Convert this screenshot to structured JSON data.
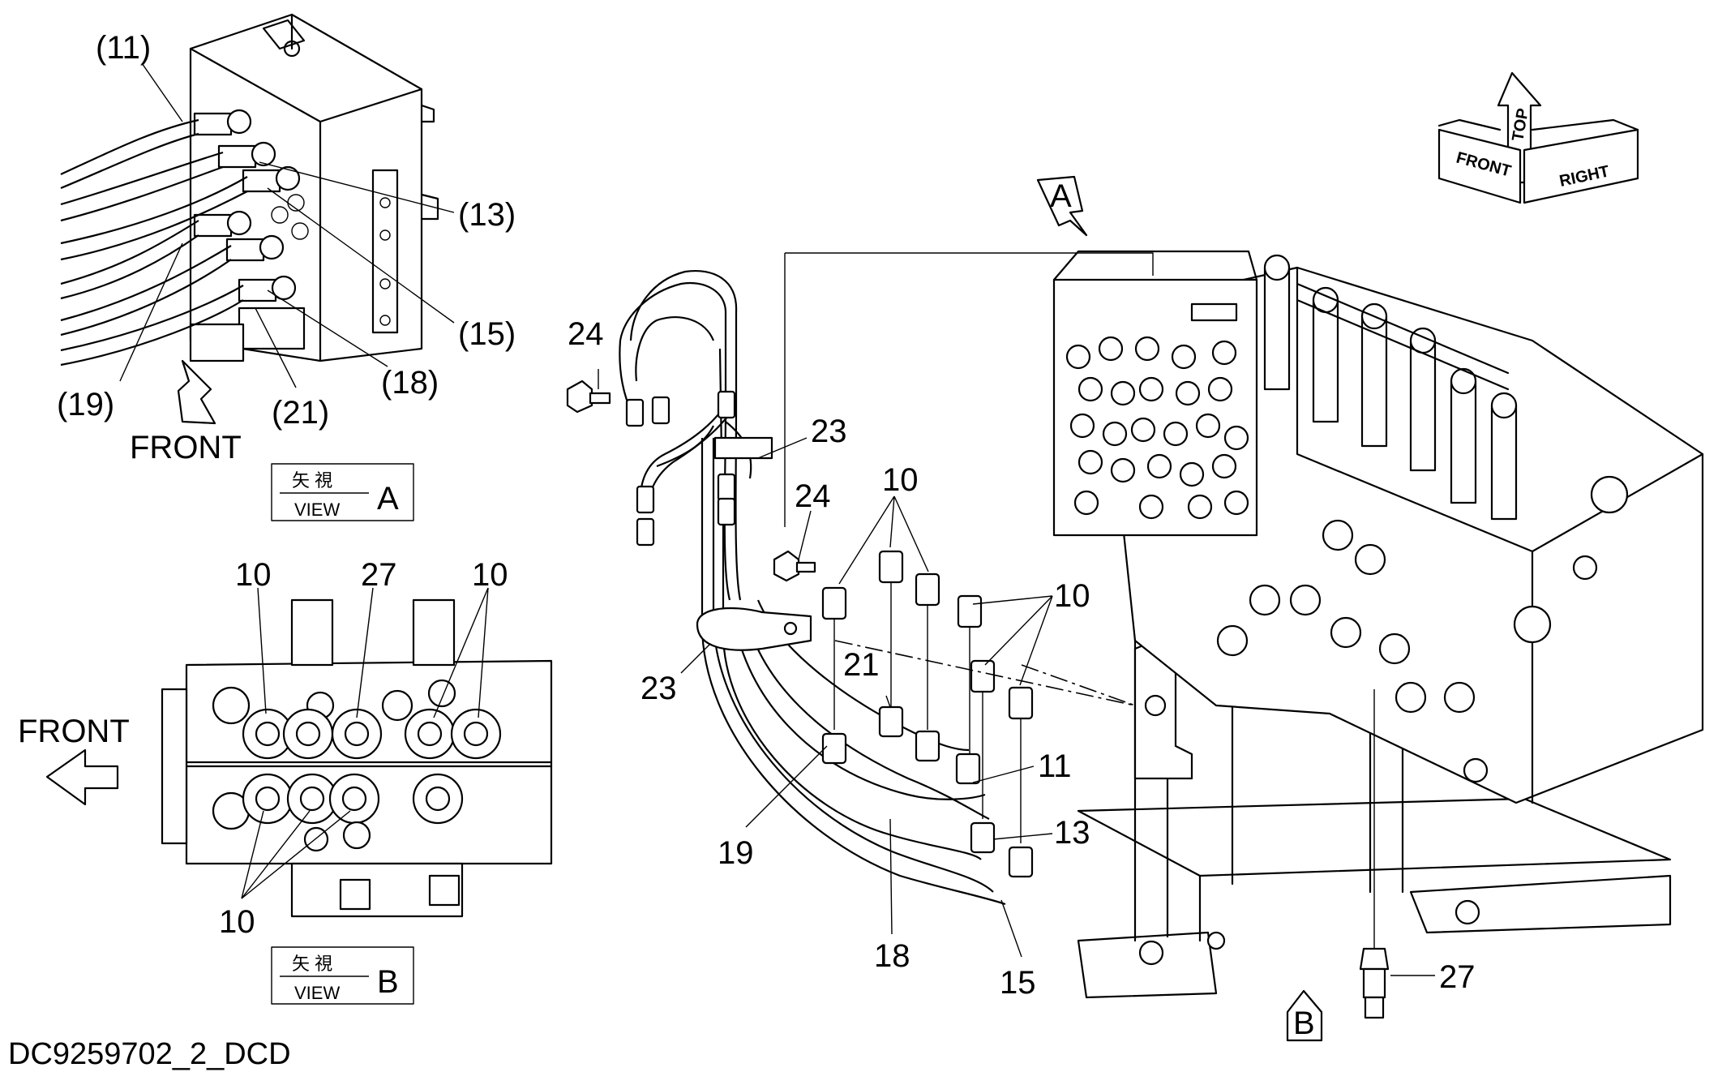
{
  "drawing_code": "DC9259702_2_DCD",
  "view_a": {
    "callouts": [
      "(11)",
      "(13)",
      "(15)",
      "(18)",
      "(19)",
      "(21)"
    ],
    "front_label": "FRONT",
    "view_box": {
      "kanji": "矢 視",
      "word": "VIEW",
      "letter": "A"
    }
  },
  "view_b": {
    "callouts": [
      "10",
      "27",
      "10",
      "10"
    ],
    "front_label": "FRONT",
    "view_box": {
      "kanji": "矢 視",
      "word": "VIEW",
      "letter": "B"
    }
  },
  "main_callouts": {
    "c24a": "24",
    "c23a": "23",
    "c24b": "24",
    "c10a": "10",
    "c10b": "10",
    "c23b": "23",
    "c21": "21",
    "c11": "11",
    "c13": "13",
    "c19": "19",
    "c18": "18",
    "c15": "15",
    "c27": "27"
  },
  "view_arrows": {
    "a": "A",
    "b": "B"
  },
  "orientation": {
    "top": "TOP",
    "front": "FRONT",
    "right": "RIGHT"
  }
}
